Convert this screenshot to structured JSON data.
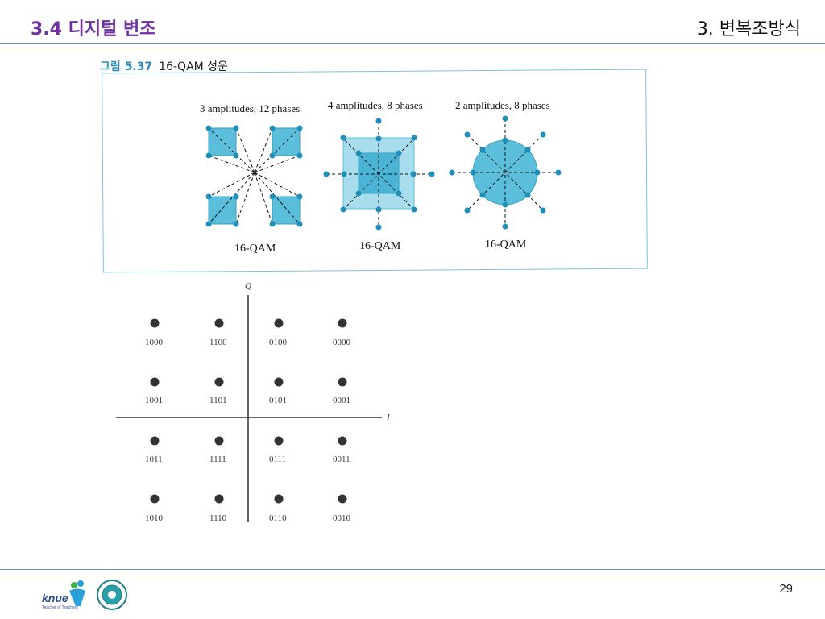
{
  "header": {
    "title": "3.4 디지털 변조",
    "chapter": "3. 변복조방식"
  },
  "figure": {
    "number": "그림 5.37",
    "caption": "16-QAM 성운",
    "diagrams": [
      {
        "heading": "3 amplitudes, 12 phases",
        "label": "16-QAM"
      },
      {
        "heading": "4 amplitudes, 8 phases",
        "label": "16-QAM"
      },
      {
        "heading": "2 amplitudes, 8 phases",
        "label": "16-QAM"
      }
    ]
  },
  "constellation": {
    "axis_q": "Q",
    "axis_i": "I",
    "rows": [
      [
        "1000",
        "1100",
        "0100",
        "0000"
      ],
      [
        "1001",
        "1101",
        "0101",
        "0001"
      ],
      [
        "1011",
        "1111",
        "0111",
        "0011"
      ],
      [
        "1010",
        "1110",
        "0110",
        "0010"
      ]
    ]
  },
  "footer": {
    "page_number": "29",
    "logo_text": "knue",
    "logo_subtext": "Teacher of Teachers"
  },
  "colors": {
    "title": "#7030a0",
    "rule": "#6c8fc7",
    "qam_fill": "#5bbfdc",
    "qam_dot": "#1d8fb8",
    "point": "#333333"
  }
}
